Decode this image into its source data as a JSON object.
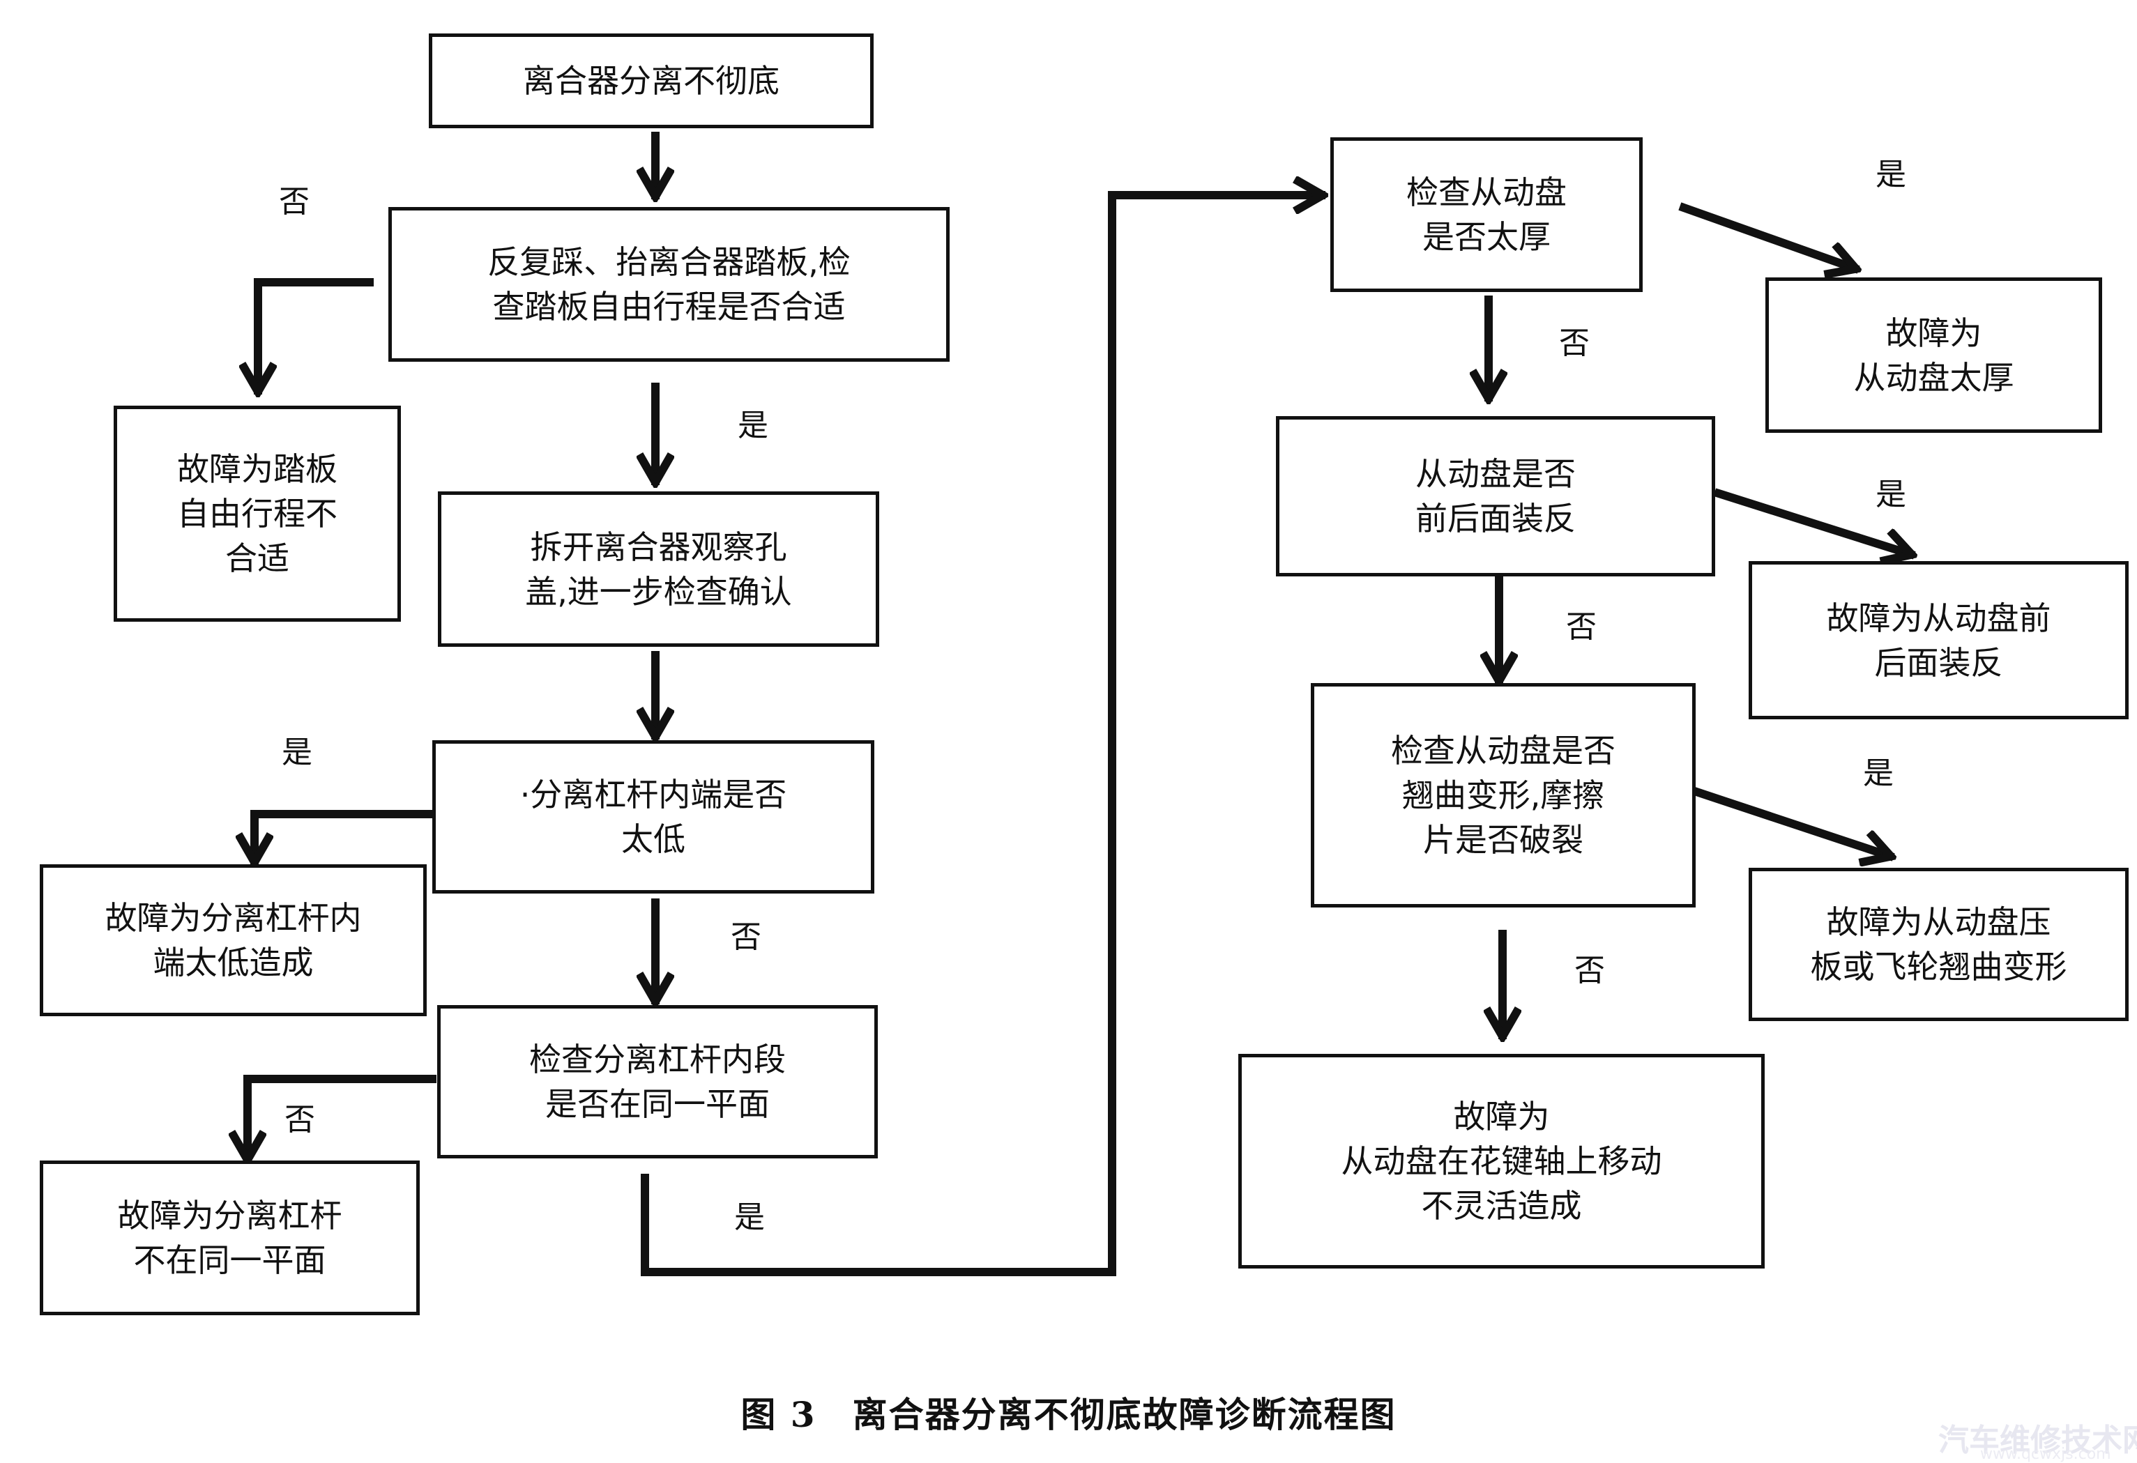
{
  "nodes": {
    "start": "离合器分离不彻底",
    "check_pedal": "反复踩、抬离合器踏板,检\n查踏板自由行程是否合适",
    "fault_pedal": "故障为踏板\n自由行程不\n合适",
    "remove_cover": "拆开离合器观察孔\n盖,进一步检查确认",
    "lever_low": "·分离杠杆内端是否\n太低",
    "fault_lever_low": "故障为分离杠杆内\n端太低造成",
    "lever_plane": "检查分离杠杆内段\n是否在同一平面",
    "fault_lever_plane": "故障为分离杠杆\n不在同一平面",
    "disc_thick": "检查从动盘\n是否太厚",
    "fault_disc_thick": "故障为\n从动盘太厚",
    "disc_reversed": "从动盘是否\n前后面装反",
    "fault_disc_reversed": "故障为从动盘前\n后面装反",
    "disc_warp": "检查从动盘是否\n翘曲变形,摩擦\n片是否破裂",
    "fault_disc_warp": "故障为从动盘压\n板或飞轮翘曲变形",
    "fault_spline": "故障为\n从动盘在花键轴上移动\n不灵活造成"
  },
  "edge_labels": {
    "pedal_no": "否",
    "pedal_yes": "是",
    "lever_low_yes": "是",
    "lever_low_no": "否",
    "lever_plane_no": "否",
    "lever_plane_yes": "是",
    "disc_thick_yes": "是",
    "disc_thick_no": "否",
    "disc_reversed_yes": "是",
    "disc_reversed_no": "否",
    "disc_warp_yes": "是",
    "disc_warp_no": "否"
  },
  "caption": "图 3　离合器分离不彻底故障诊断流程图",
  "watermark": {
    "title": "汽车维修技术网",
    "url": "www.qcwxjs.com"
  }
}
